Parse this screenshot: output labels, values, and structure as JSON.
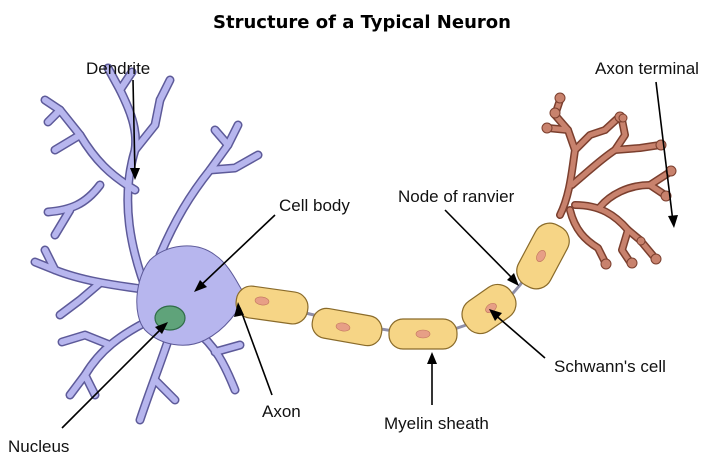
{
  "diagram": {
    "title": "Structure of a Typical Neuron",
    "labels": {
      "dendrite": "Dendrite",
      "axon_terminal": "Axon terminal",
      "cell_body": "Cell body",
      "node_of_ranvier": "Node of ranvier",
      "schwann_cell": "Schwann's cell",
      "axon": "Axon",
      "myelin_sheath": "Myelin sheath",
      "nucleus": "Nucleus"
    },
    "colors": {
      "cell_body": "#b7b6ee",
      "cell_outline": "#5d5a99",
      "nucleus": "#5fa37a",
      "myelin": "#f6d586",
      "schwann_nucleus": "#e79f86",
      "axon_terminal": "#c8826d"
    }
  }
}
